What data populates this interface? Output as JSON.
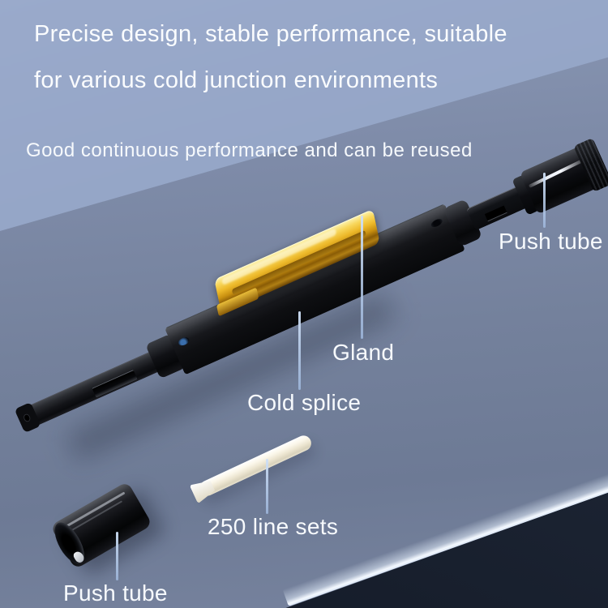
{
  "headline": {
    "line1": "Precise design, stable performance, suitable",
    "line2": "for various cold junction environments"
  },
  "subheadline": "Good continuous performance and can be reused",
  "callouts": [
    {
      "part": "push-tube-upper",
      "label": "Push tube"
    },
    {
      "part": "gland",
      "label": "Gland"
    },
    {
      "part": "cold-splice-body",
      "label": "Cold splice"
    },
    {
      "part": "250-line-sets-ferrule",
      "label": "250 line sets"
    },
    {
      "part": "push-tube-lower",
      "label": "Push tube"
    }
  ],
  "colors": {
    "background_light": "#93a4c5",
    "background_mid": "#76839e",
    "table_front_dark": "#1d2433",
    "table_edge_highlight": "#eef4fc",
    "leader_line": "#b3cbec",
    "text": "#fafcfe",
    "gland_amber": "#e9b729",
    "connector_black": "#121317",
    "ferrule_cream": "#f3eedd"
  }
}
